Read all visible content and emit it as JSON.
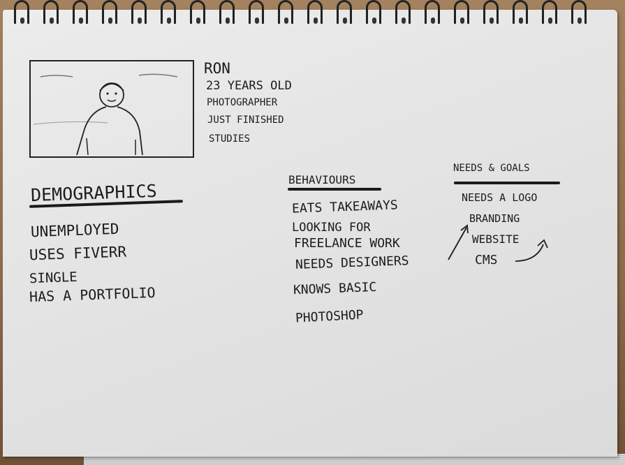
{
  "persona": {
    "name": "Ron",
    "age": "23 years old",
    "occupation": "Photographer",
    "status_line1": "Just finished",
    "status_line2": "studies"
  },
  "demographics": {
    "heading": "Demographics",
    "items": [
      "Unemployed",
      "Uses Fiverr",
      "Single",
      "Has a portfolio"
    ]
  },
  "behaviours": {
    "heading": "Behaviours",
    "items": [
      "Eats takeaways",
      "Looking for",
      "freelance work",
      "Needs designers",
      "Knows basic",
      "Photoshop"
    ]
  },
  "needs_goals": {
    "heading": "Needs & Goals",
    "items": [
      "Needs a logo",
      "Branding",
      "Website",
      "CMS"
    ]
  },
  "colors": {
    "paper": "#e6e6e6",
    "ink": "#1c1c1c",
    "wood": "#8a6a48"
  }
}
